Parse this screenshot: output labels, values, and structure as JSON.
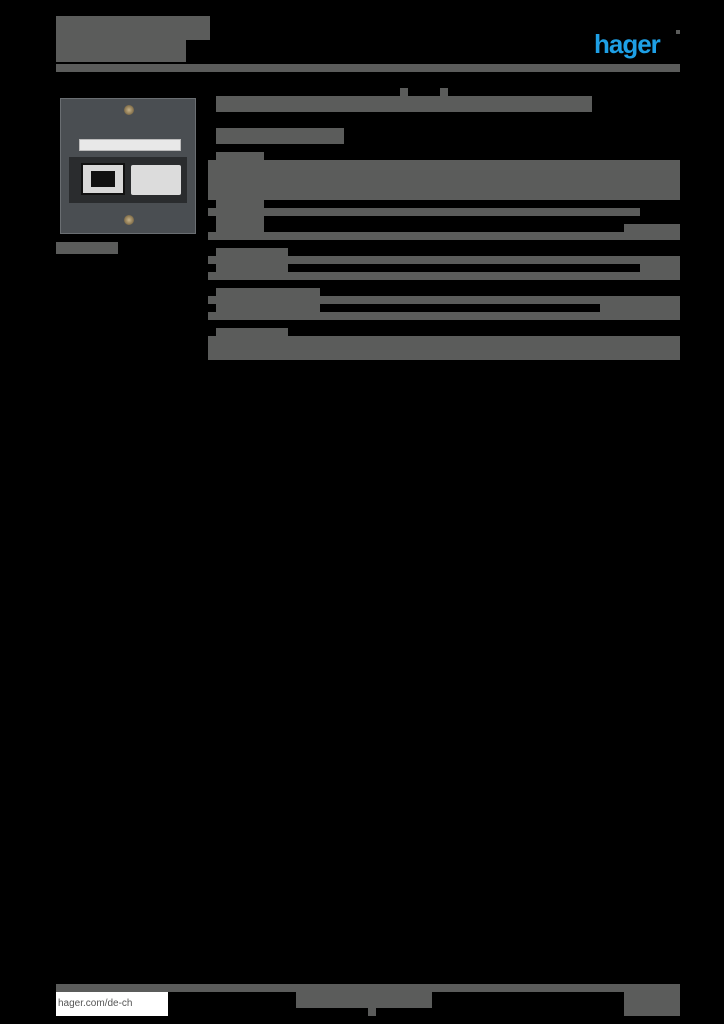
{
  "header": {
    "title_line_1": "",
    "title_line_2": "",
    "title_line_3": "",
    "logo_text": "hager",
    "brand_color": "#1ea0e6"
  },
  "product": {
    "image_alt": "Data outlet with RJ45 jack and blank module, anthracite frame",
    "image_caption": "",
    "title": "",
    "subtitle": ""
  },
  "spec_table": {
    "rows": [
      {
        "label": "",
        "value": ""
      },
      {
        "label": "",
        "value": ""
      },
      {
        "label": "",
        "value": ""
      },
      {
        "label": "",
        "value": ""
      },
      {
        "label": "",
        "value": ""
      },
      {
        "label": "",
        "value": ""
      }
    ]
  },
  "footer": {
    "website": "hager.com/de-ch",
    "center_text": "",
    "right_text": ""
  },
  "colors": {
    "background": "#000000",
    "redaction_gray": "#5b5c5b"
  }
}
